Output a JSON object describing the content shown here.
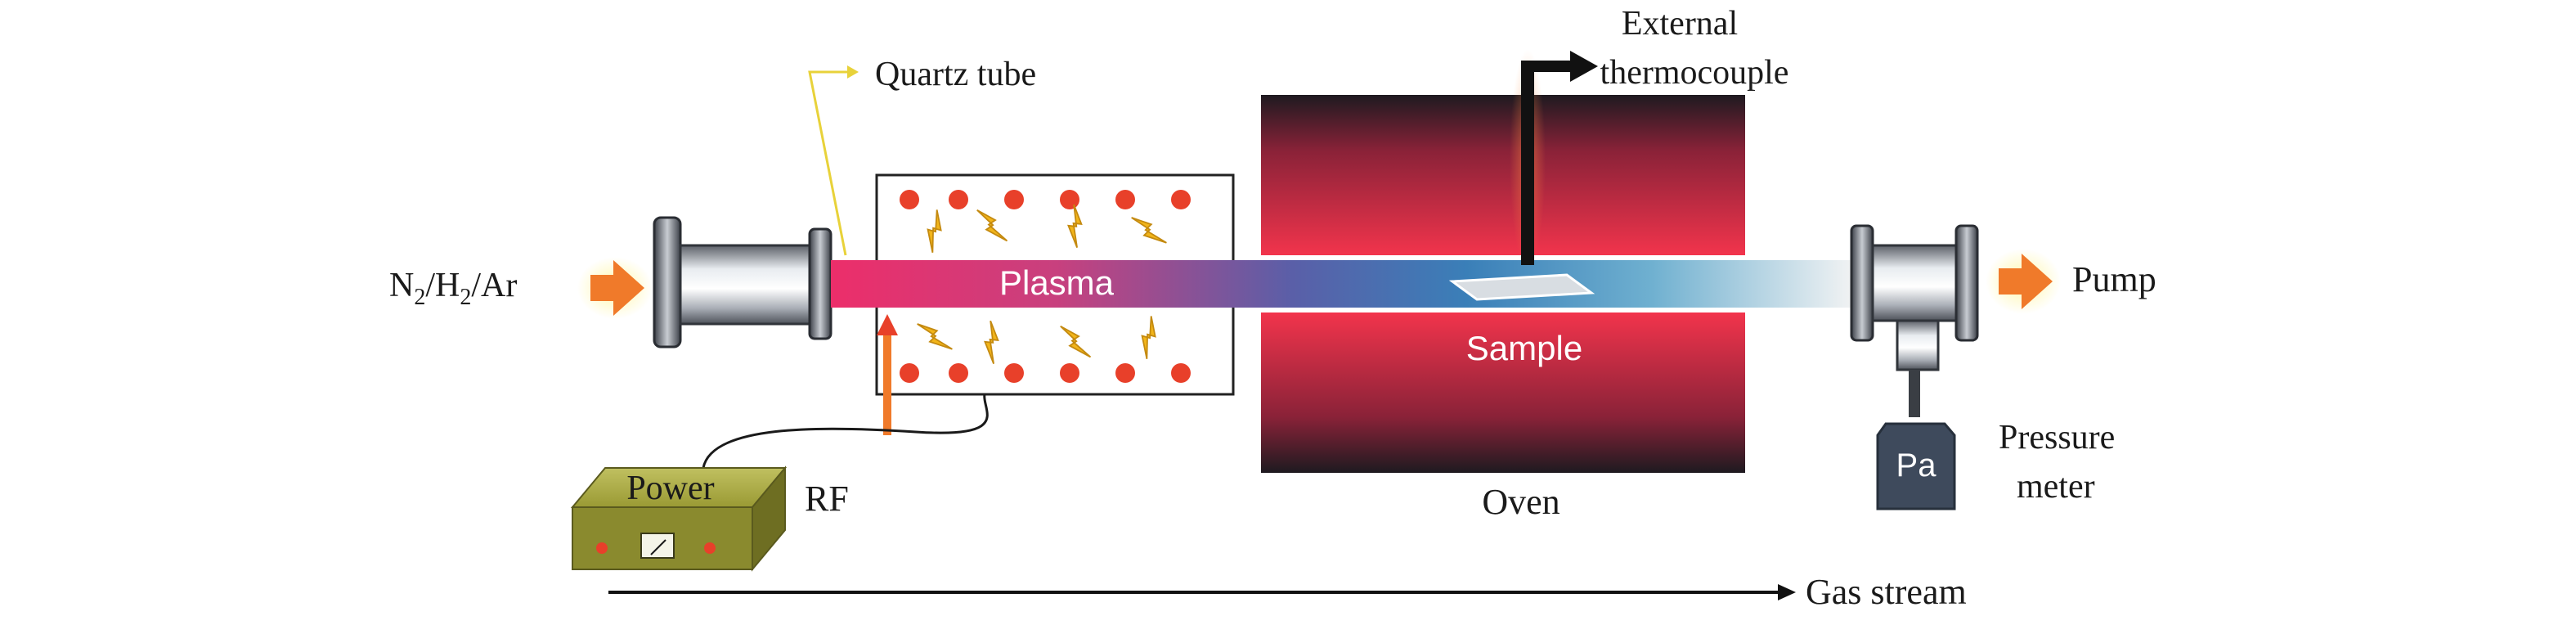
{
  "labels": {
    "gas_inlet_main": "N",
    "gas_inlet_sub1": "2",
    "gas_inlet_mid": "/H",
    "gas_inlet_sub2": "2",
    "gas_inlet_tail": "/Ar",
    "quartz_tube": "Quartz tube",
    "plasma": "Plasma",
    "external_thermocouple_line1": "External",
    "external_thermocouple_line2": "thermocouple",
    "sample": "Sample",
    "oven": "Oven",
    "pump": "Pump",
    "pressure_meter_line1": "Pressure",
    "pressure_meter_line2": "meter",
    "pressure_gauge": "Pa",
    "power": "Power",
    "rf": "RF",
    "gas_stream": "Gas stream"
  },
  "colors": {
    "arrow_orange": "#f07a2a",
    "arrow_glow": "#fff3a0",
    "oven_red": "#f0344a",
    "oven_dark": "#1a1a1e",
    "tube_start": "#e8306a",
    "tube_mid": "#3f7fb8",
    "tube_end": "#f2f2f2",
    "plasma_dot": "#e8402a",
    "lightning": "#f2b51a",
    "power_box": "#9a9a2a",
    "gauge_body": "#3e4a5c",
    "leader_yellow": "#e8d23a"
  },
  "icons": [
    "inlet-arrow-icon",
    "outlet-arrow-icon",
    "lightning-icon",
    "gauge-dial-icon"
  ]
}
